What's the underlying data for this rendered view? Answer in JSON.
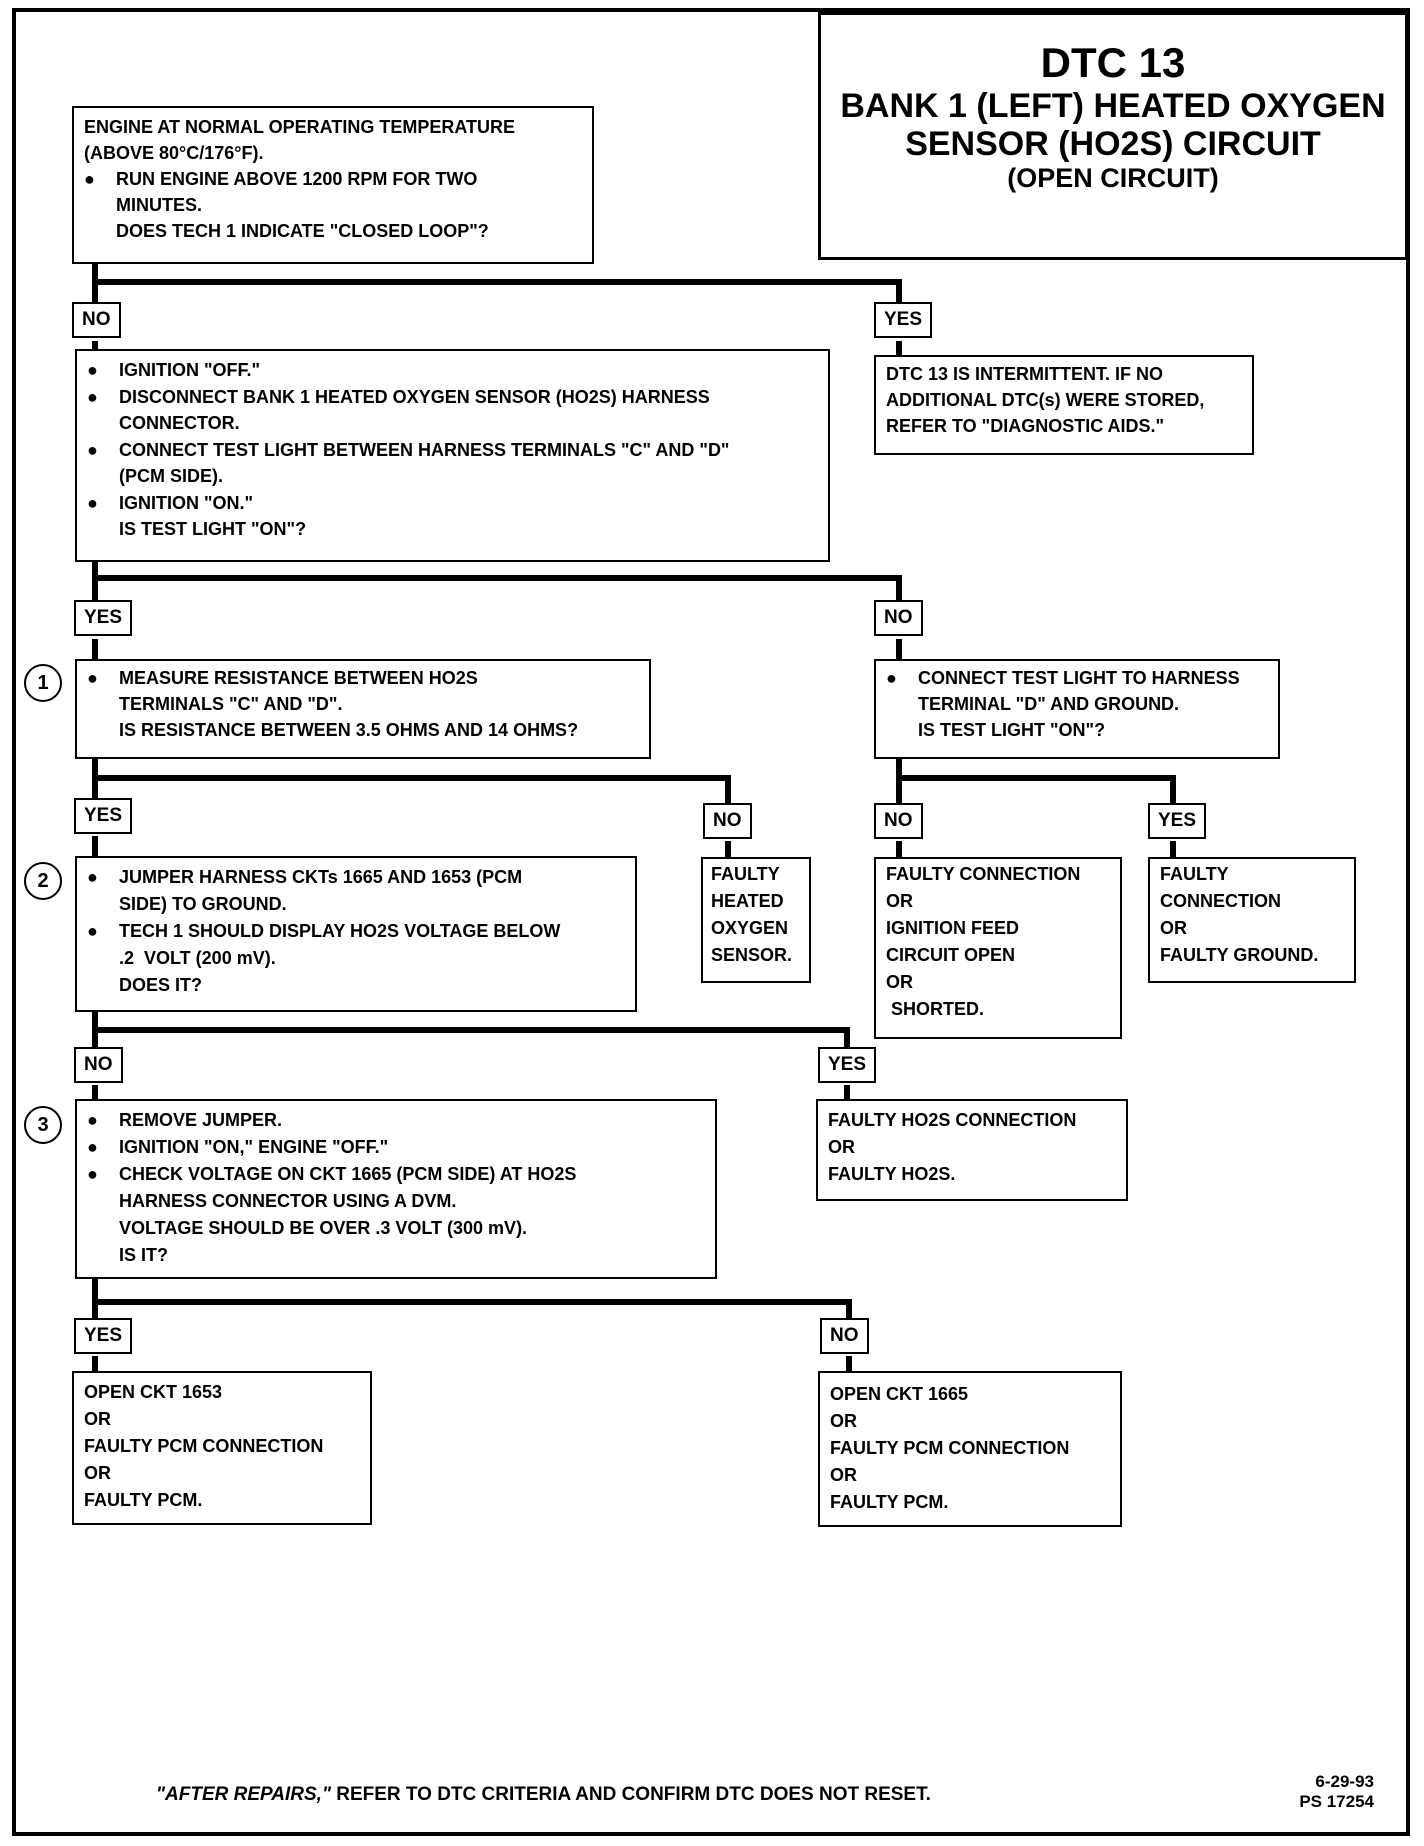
{
  "title": {
    "code": "DTC 13",
    "line1": "BANK 1 (LEFT) HEATED OXYGEN",
    "line2": "SENSOR (HO2S) CIRCUIT",
    "line3": "(OPEN CIRCUIT)"
  },
  "start": {
    "lines": [
      "ENGINE AT NORMAL OPERATING TEMPERATURE",
      "(ABOVE 80°C/176°F)."
    ],
    "bullet": "RUN ENGINE ABOVE 1200 RPM FOR TWO",
    "bullet_cont": "MINUTES.",
    "question": "DOES TECH 1 INDICATE \"CLOSED LOOP\"?"
  },
  "tags": {
    "t1_no": "NO",
    "t1_yes": "YES",
    "t2_yes": "YES",
    "t2_no": "NO",
    "t3_yes": "YES",
    "t3_no": "NO",
    "t4_no": "NO",
    "t4_yes": "YES",
    "t5_no": "NO",
    "t5_yes": "YES",
    "t6_yes": "YES",
    "t6_no": "NO"
  },
  "intermittent": {
    "lines": [
      "DTC 13 IS INTERMITTENT. IF NO",
      "ADDITIONAL DTC(s) WERE STORED,",
      "REFER TO \"DIAGNOSTIC AIDS.\""
    ]
  },
  "step_ign": {
    "b1": "IGNITION \"OFF.\"",
    "b2": "DISCONNECT BANK 1 HEATED OXYGEN SENSOR (HO2S) HARNESS",
    "b2c": "CONNECTOR.",
    "b3": "CONNECT TEST LIGHT BETWEEN HARNESS TERMINALS \"C\" AND \"D\"",
    "b3c": "(PCM SIDE).",
    "b4": "IGNITION \"ON.\"",
    "q": "IS TEST LIGHT \"ON\"?"
  },
  "step1": {
    "num": "1",
    "b1": "MEASURE RESISTANCE BETWEEN HO2S",
    "b1c": "TERMINALS \"C\" AND \"D\".",
    "q": "IS RESISTANCE BETWEEN 3.5 OHMS AND 14 OHMS?"
  },
  "light_ground": {
    "b1": "CONNECT TEST LIGHT TO HARNESS",
    "b1c": "TERMINAL \"D\" AND GROUND.",
    "q": "IS TEST LIGHT \"ON\"?"
  },
  "faulty_sensor": {
    "lines": [
      "FAULTY",
      "HEATED",
      "OXYGEN",
      "SENSOR."
    ]
  },
  "faulty_ignition": {
    "lines": [
      "FAULTY CONNECTION",
      "OR",
      "IGNITION FEED",
      "CIRCUIT OPEN",
      "OR",
      " SHORTED."
    ]
  },
  "faulty_ground": {
    "lines": [
      "FAULTY",
      "CONNECTION",
      "OR",
      "FAULTY GROUND."
    ]
  },
  "step2": {
    "num": "2",
    "b1": "JUMPER HARNESS CKTs 1665 AND 1653 (PCM",
    "b1c": "SIDE) TO GROUND.",
    "b2": "TECH 1 SHOULD DISPLAY HO2S VOLTAGE BELOW",
    "b2c": ".2  VOLT (200 mV).",
    "q": "DOES IT?"
  },
  "faulty_ho2s": {
    "lines": [
      "FAULTY HO2S CONNECTION",
      "OR",
      "FAULTY HO2S."
    ]
  },
  "step3": {
    "num": "3",
    "b1": "REMOVE JUMPER.",
    "b2": "IGNITION \"ON,\" ENGINE \"OFF.\"",
    "b3": "CHECK VOLTAGE ON CKT 1665 (PCM SIDE) AT HO2S",
    "b3c": "HARNESS CONNECTOR USING A DVM.",
    "b3d": "VOLTAGE SHOULD BE OVER .3 VOLT (300 mV).",
    "q": "IS IT?"
  },
  "open_1653": {
    "lines": [
      "OPEN CKT 1653",
      "OR",
      "FAULTY PCM CONNECTION",
      "OR",
      "FAULTY PCM."
    ]
  },
  "open_1665": {
    "lines": [
      "OPEN CKT 1665",
      "OR",
      "FAULTY PCM CONNECTION",
      "OR",
      "FAULTY PCM."
    ]
  },
  "footer": {
    "note_em": "\"AFTER REPAIRS,\"",
    "note_rest": " REFER TO DTC CRITERIA  AND CONFIRM DTC DOES NOT RESET.",
    "date": "6-29-93",
    "ps": "PS 17254"
  },
  "bullet_char": "●"
}
